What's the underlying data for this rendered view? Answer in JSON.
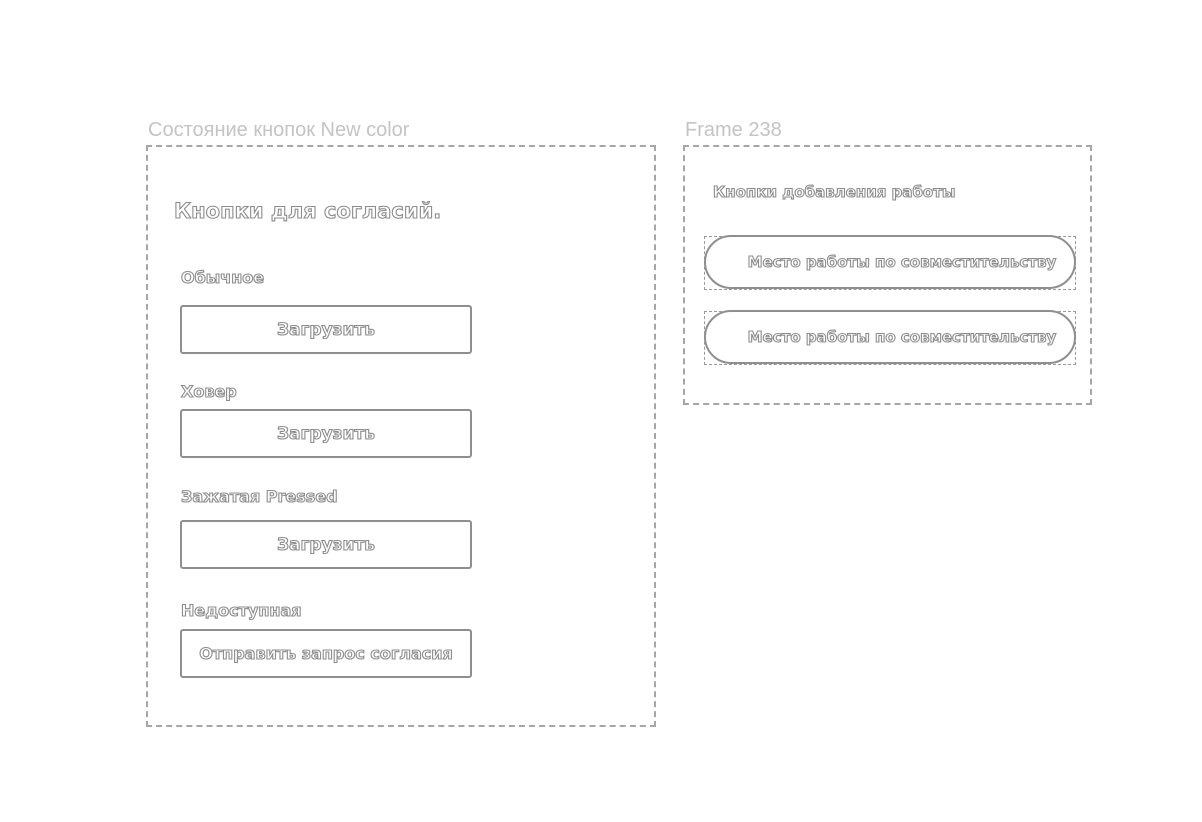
{
  "left_frame": {
    "title": "Состояние кнопок New color",
    "heading": "Кнопки для согласий.",
    "states": [
      {
        "label": "Обычное",
        "button_label": "Загрузить"
      },
      {
        "label": "Ховер",
        "button_label": "Загрузить"
      },
      {
        "label": "Зажатая Pressed",
        "button_label": "Загрузить"
      },
      {
        "label": "Недоступная",
        "button_label": "Отправить запрос согласия"
      }
    ]
  },
  "right_frame": {
    "title": "Frame 238",
    "heading": "Кнопки добавления работы",
    "buttons": [
      {
        "label": "Место работы по совместительству"
      },
      {
        "label": "Место работы по совместительству"
      }
    ]
  },
  "colors": {
    "frame_title": "#c4c4c4",
    "frame_border": "#a6a6a6",
    "outline_text": "#8c8c8c",
    "button_border": "#8f8f8f",
    "background": "#ffffff"
  }
}
